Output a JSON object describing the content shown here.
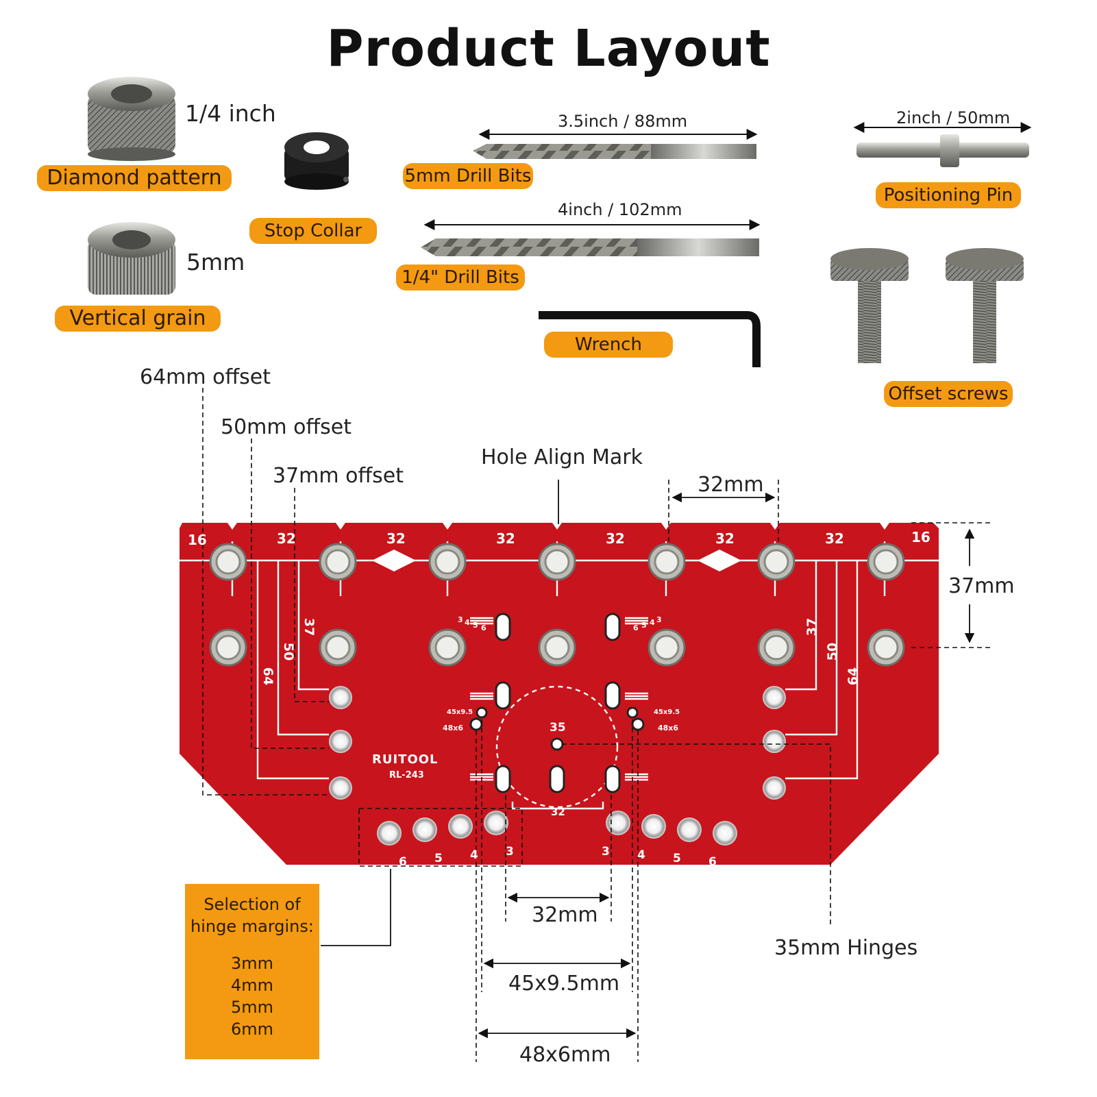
{
  "title": "Product Layout",
  "parts": {
    "diamond_size": "1/4 inch",
    "diamond_label": "Diamond pattern",
    "vertical_size": "5mm",
    "vertical_label": "Vertical grain",
    "stop_collar": "Stop Collar",
    "drill5_dim": "3.5inch / 88mm",
    "drill5_label": "5mm Drill Bits",
    "drill14_dim": "4inch / 102mm",
    "drill14_label": "1/4\" Drill Bits",
    "wrench": "Wrench",
    "pin_dim": "2inch / 50mm",
    "pin_label": "Positioning Pin",
    "offset_screws": "Offset screws"
  },
  "callouts": {
    "offset64": "64mm offset",
    "offset50": "50mm offset",
    "offset37": "37mm offset",
    "hole_align": "Hole Align Mark",
    "spacing32_top": "32mm",
    "height37": "37mm",
    "spacing32_bottom": "32mm",
    "hinges35": "35mm Hinges",
    "dim45": "45x9.5mm",
    "dim48": "48x6mm"
  },
  "hinge_box": {
    "heading1": "Selection of",
    "heading2": "hinge margins:",
    "options": [
      "3mm",
      "4mm",
      "5mm",
      "6mm"
    ]
  },
  "jig": {
    "brand": "RUITOOL",
    "model": "RL-243",
    "top_edge_numbers": [
      "16",
      "32",
      "32",
      "32",
      "32",
      "32",
      "32",
      "16"
    ],
    "side_numbers": [
      "37",
      "50",
      "64"
    ],
    "center_number": "35",
    "bottom_center_number": "32",
    "margin_numbers_left": [
      "6",
      "5",
      "4",
      "3"
    ],
    "margin_numbers_right": [
      "3",
      "4",
      "5",
      "6"
    ],
    "slot_small_labels": [
      "45x9.5",
      "48x6"
    ],
    "slot_scale": [
      "3",
      "4",
      "5",
      "6"
    ],
    "color": "#c8141c"
  },
  "colors": {
    "accent": "#f39a12",
    "jig_red": "#c8141c",
    "steel": "#9a9a94"
  }
}
